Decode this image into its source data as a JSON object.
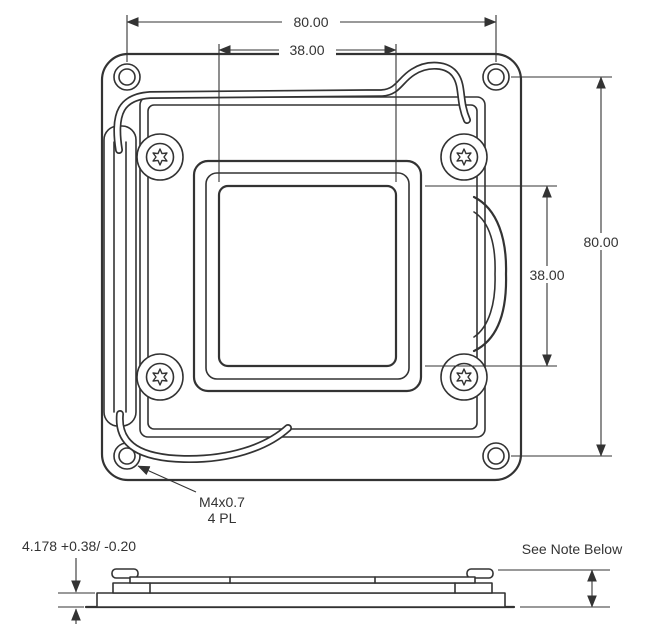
{
  "page": {
    "background": "#ffffff",
    "line_color": "#333333",
    "description": "CPU socket ILM mechanical dimension drawing, top view and side view"
  },
  "top_view": {
    "dim_width_outer": "80.00",
    "dim_width_inner": "38.00",
    "dim_height_outer": "80.00",
    "dim_height_inner": "38.00",
    "hole_callout": {
      "line1": "M4x0.7",
      "line2": "4 PL"
    }
  },
  "side_view": {
    "height_dim": "4.178 +0.38/ -0.20",
    "note": "See Note Below"
  }
}
